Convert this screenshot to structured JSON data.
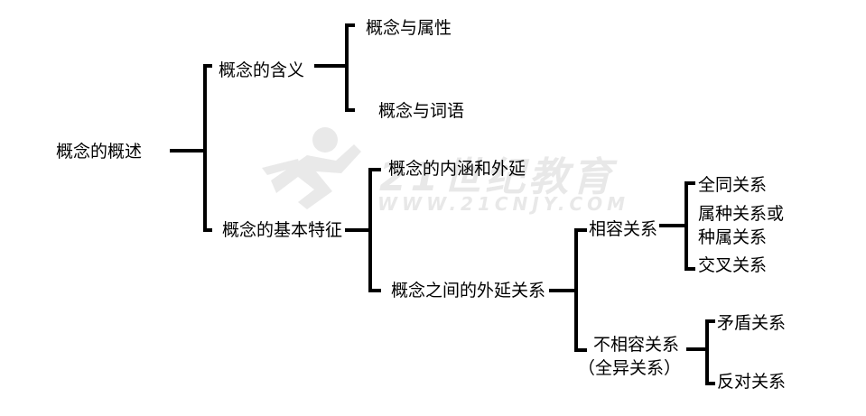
{
  "colors": {
    "line": "#000000",
    "text": "#000000",
    "watermark": "#e6e6e6"
  },
  "watermark": {
    "brand": "21世纪教育",
    "url": "WWW.21CNJY.COM",
    "icon": "running-figure-logo-icon"
  },
  "nodes": {
    "root": "概念的概述",
    "meaning": "概念的含义",
    "attribute": "概念与属性",
    "words": "概念与词语",
    "basic_features": "概念的基本特征",
    "intension_extension": "概念的内涵和外延",
    "extension_relations": "概念之间的外延关系",
    "compatible": "相容关系",
    "identity": "全同关系",
    "genus_species_line1": "属种关系或",
    "genus_species_line2": "种属关系",
    "cross": "交叉关系",
    "incompatible_line1": "不相容关系",
    "incompatible_line2": "（全异关系）",
    "contradictory": "矛盾关系",
    "contrary": "反对关系"
  }
}
